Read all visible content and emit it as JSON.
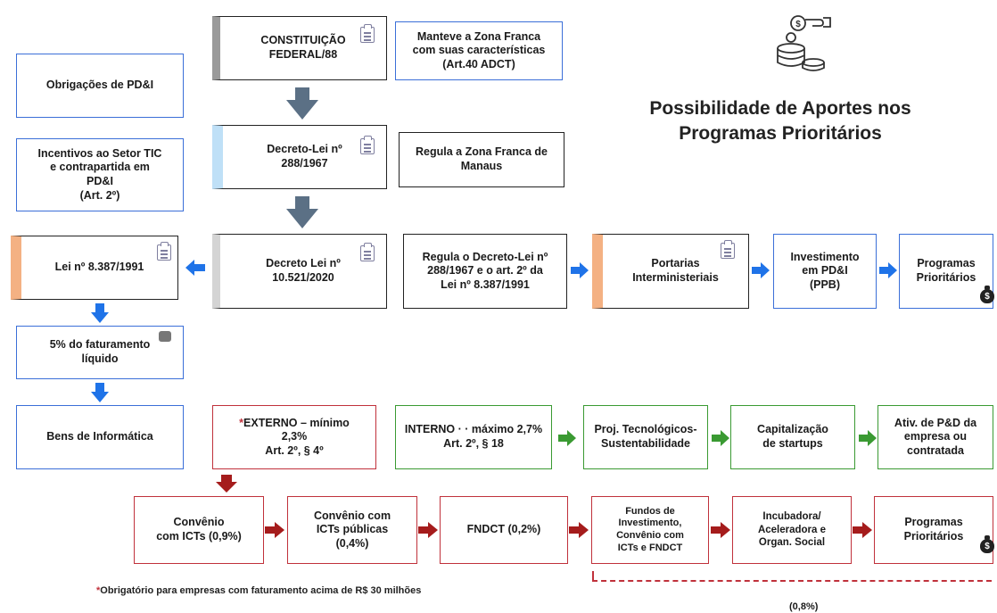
{
  "title_lines": [
    "Possibilidade de Aportes nos",
    "Programas Prioritários"
  ],
  "center_column": {
    "constituicao": "CONSTITUIÇÃO\nFEDERAL/88",
    "constituicao_note": "Manteve a Zona Franca\ncom suas características\n(Art.40 ADCT)",
    "decreto_lei": "Decreto-Lei nº\n288/1967",
    "decreto_lei_note": "Regula a Zona Franca de\nManaus",
    "decreto": "Decreto Lei nº\n10.521/2020",
    "decreto_note": "Regula o Decreto-Lei nº\n288/1967 e o art. 2º da\nLei nº 8.387/1991"
  },
  "left_column": {
    "obrigacoes": "Obrigações de PD&I",
    "incentivos": "Incentivos ao Setor TIC\ne contrapartida em\nPD&I\n(Art. 2º)",
    "lei": "Lei nº 8.387/1991",
    "faturamento": "5% do faturamento\nlíquido",
    "bens": "Bens de Informática"
  },
  "top_right_chain": {
    "portarias": "Portarias\nInterministeriais",
    "investimento": "Investimento\nem PD&I\n(PPB)",
    "programas": "Programas\nPrioritários"
  },
  "externo": {
    "star": "*",
    "text": "EXTERNO – mínimo\n2,3%\nArt. 2º, § 4º"
  },
  "green_chain": {
    "interno": "INTERNO · · máximo 2,7%\nArt. 2º, § 18",
    "proj": "Proj. Tecnológicos-\nSustentabilidade",
    "capitalizacao": "Capitalização\nde startups",
    "ativ": "Ativ. de P&D da\nempresa ou\ncontratada"
  },
  "red_chain": {
    "convenio_icts": "Convênio\ncom ICTs (0,9%)",
    "convenio_publicas": "Convênio com\nICTs públicas\n(0,4%)",
    "fndct": "FNDCT (0,2%)",
    "fundos": "Fundos de\nInvestimento,\nConvênio com\nICTs e FNDCT",
    "incubadora": "Incubadora/\nAceleradora e\nOrgan. Social",
    "programas": "Programas\nPrioritários"
  },
  "footnote": {
    "star": "*",
    "text": "Obrigatório para empresas com faturamento acima de R$ 30 milhões"
  },
  "bracket_label": "(0,8%)",
  "icons": {
    "doc": "document-icon",
    "money_bag": "money-bag-icon",
    "coins": "coins-icon",
    "money_hand": "hand-coins-icon"
  },
  "money_bag_symbol": "$",
  "colors": {
    "blue": "#3b6fd8",
    "red": "#c0313b",
    "green": "#3a9a32",
    "dark_arrow": "#5b7085",
    "orange_accent": "#f4b183",
    "light_blue_accent": "#bfe0f7"
  }
}
